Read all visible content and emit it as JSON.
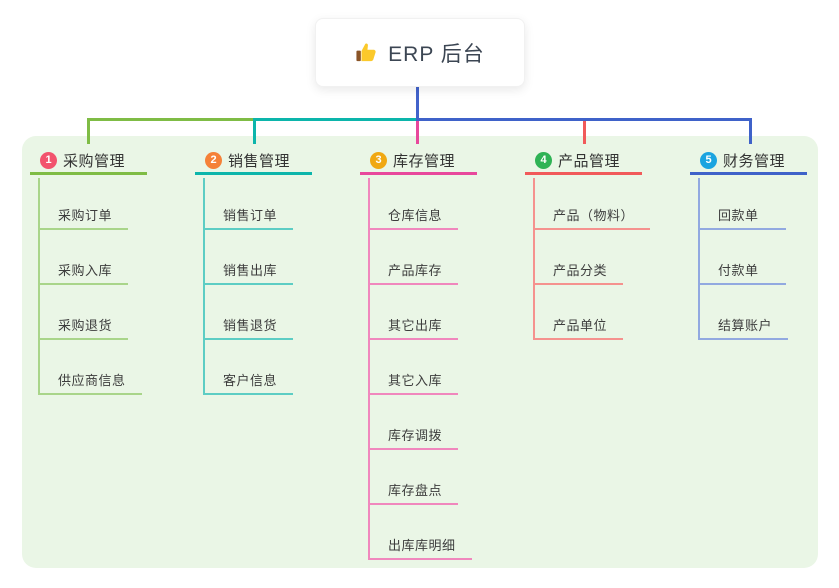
{
  "root": {
    "title": "ERP 后台",
    "icon": "thumbs-up-icon"
  },
  "colors": {
    "root_line": "#4263cb",
    "panel_bg": "#eaf6e6",
    "card_bg": "#ffffff"
  },
  "branches": [
    {
      "num": "1",
      "label": "采购管理",
      "color": "#7fbc45",
      "child_color": "#a9d58a",
      "badge_color": "#f2536d",
      "children": [
        "采购订单",
        "采购入库",
        "采购退货",
        "供应商信息"
      ]
    },
    {
      "num": "2",
      "label": "销售管理",
      "color": "#0cb5ab",
      "child_color": "#5dcdc4",
      "badge_color": "#f58138",
      "children": [
        "销售订单",
        "销售出库",
        "销售退货",
        "客户信息"
      ]
    },
    {
      "num": "3",
      "label": "库存管理",
      "color": "#e8489c",
      "child_color": "#f087bd",
      "badge_color": "#f0a812",
      "children": [
        "仓库信息",
        "产品库存",
        "其它出库",
        "其它入库",
        "库存调拨",
        "库存盘点",
        "出库库明细"
      ]
    },
    {
      "num": "4",
      "label": "产品管理",
      "color": "#f15a5a",
      "child_color": "#f5928e",
      "badge_color": "#2fb355",
      "children": [
        "产品（物料）",
        "产品分类",
        "产品单位"
      ]
    },
    {
      "num": "5",
      "label": "财务管理",
      "color": "#3f62c9",
      "child_color": "#92a9e0",
      "badge_color": "#1ba4e0",
      "children": [
        "回款单",
        "付款单",
        "结算账户"
      ]
    }
  ]
}
